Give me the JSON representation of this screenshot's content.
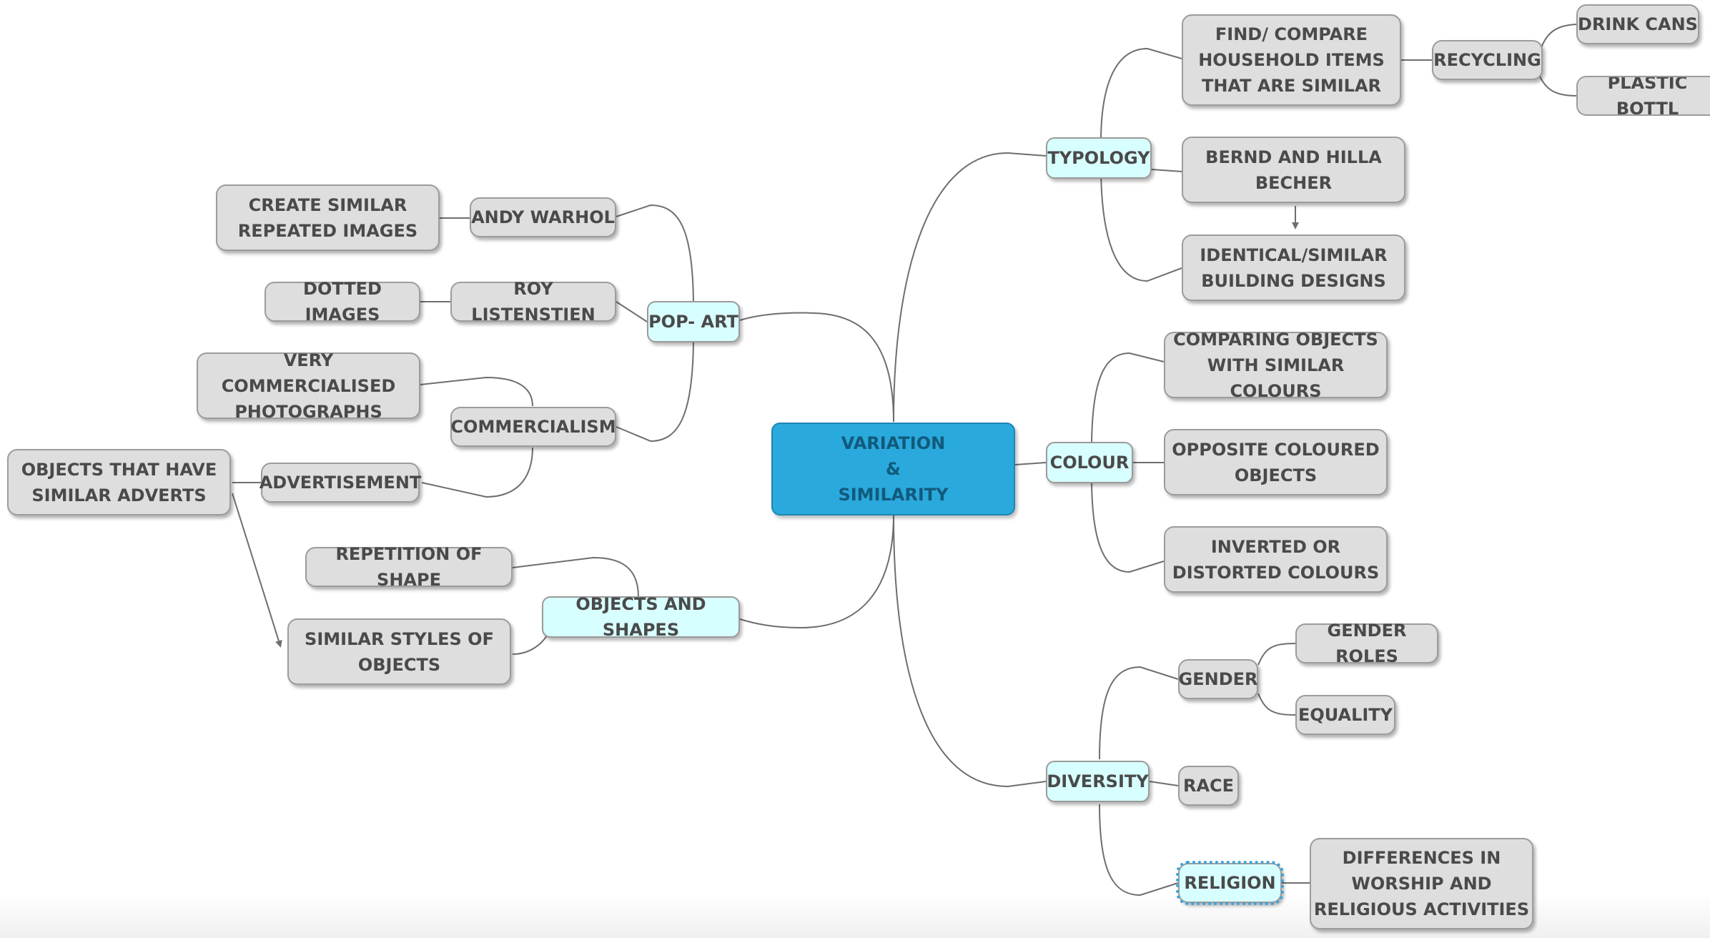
{
  "map": {
    "central": "VARIATION\n&\nSIMILARITY",
    "branches": {
      "typology": {
        "label": "TYPOLOGY",
        "find_compare": "FIND/ COMPARE\nHOUSEHOLD ITEMS\nTHAT ARE SIMILAR",
        "recycling": "RECYCLING",
        "drink_cans": "DRINK CANS",
        "plastic_bottles": "PLASTIC BOTTL",
        "bernd_hilla": "BERND AND HILLA\nBECHER",
        "identical_buildings": "IDENTICAL/SIMILAR\nBUILDING DESIGNS"
      },
      "colour": {
        "label": "COLOUR",
        "comparing_objects": "COMPARING OBJECTS\nWITH SIMILAR COLOURS",
        "opposite_coloured": "OPPOSITE COLOURED\nOBJECTS",
        "inverted_distorted": "INVERTED OR\nDISTORTED COLOURS"
      },
      "diversity": {
        "label": "DIVERSITY",
        "gender": "GENDER",
        "gender_roles": "GENDER ROLES",
        "equality": "EQUALITY",
        "race": "RACE",
        "religion": "RELIGION",
        "worship_differences": "DIFFERENCES IN\nWORSHIP AND\nRELIGIOUS ACTIVITIES"
      },
      "pop_art": {
        "label": "POP- ART",
        "andy_warhol": "ANDY WARHOL",
        "create_similar": "CREATE SIMILAR\nREPEATED IMAGES",
        "roy": "ROY LISTENSTIEN",
        "dotted_images": "DOTTED IMAGES",
        "commercialism": "COMMERCIALISM",
        "very_commercialised": "VERY COMMERCIALISED\nPHOTOGRAPHS",
        "advertisement": "ADVERTISEMENT",
        "objects_adverts": "OBJECTS THAT HAVE\nSIMILAR ADVERTS"
      },
      "objects_shapes": {
        "label": "OBJECTS AND SHAPES",
        "repetition": "REPETITION OF SHAPE",
        "similar_styles": "SIMILAR STYLES OF\nOBJECTS"
      }
    },
    "colors": {
      "central_fill": "#2aa9dd",
      "main_fill": "#d8ffff",
      "leaf_fill": "#dedede",
      "edge": "#6e6e6e",
      "selection": "#3aa3dc"
    }
  }
}
